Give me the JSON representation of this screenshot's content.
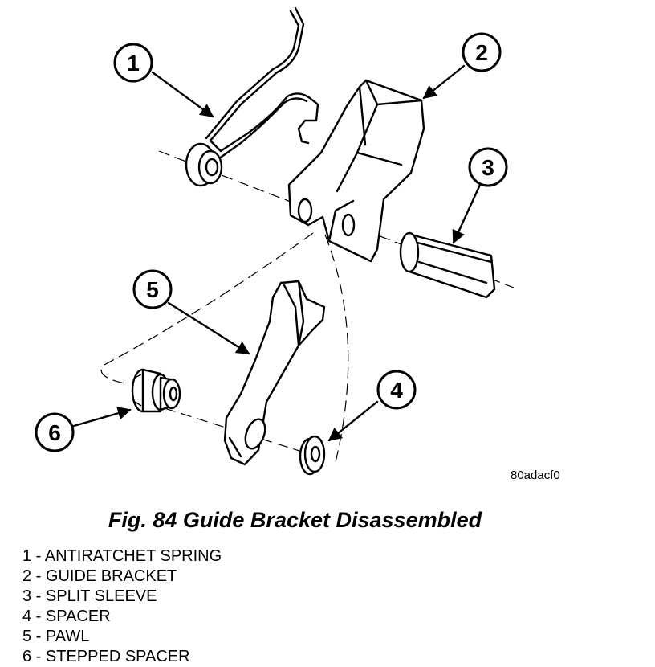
{
  "figure": {
    "ref_code": "80adacf0",
    "caption": "Fig. 84 Guide Bracket Disassembled"
  },
  "callouts": [
    {
      "number": "1",
      "part": "antiratchet-spring"
    },
    {
      "number": "2",
      "part": "guide-bracket"
    },
    {
      "number": "3",
      "part": "split-sleeve"
    },
    {
      "number": "4",
      "part": "spacer"
    },
    {
      "number": "5",
      "part": "pawl"
    },
    {
      "number": "6",
      "part": "stepped-spacer"
    }
  ],
  "legend": [
    "1 - ANTIRATCHET SPRING",
    "2 - GUIDE BRACKET",
    "3 - SPLIT SLEEVE",
    "4 - SPACER",
    "5 - PAWL",
    "6 - STEPPED SPACER"
  ]
}
